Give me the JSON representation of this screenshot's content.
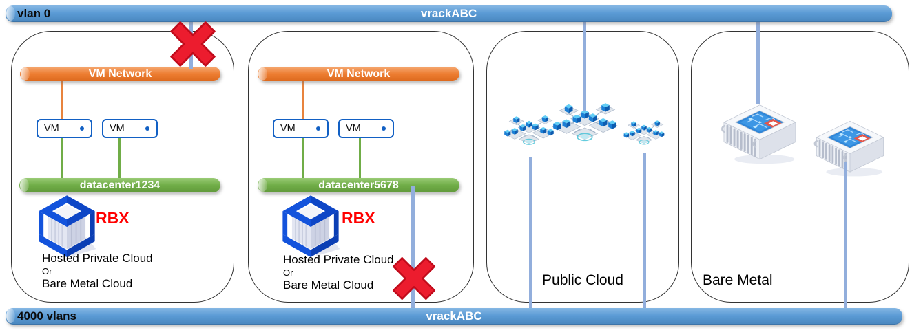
{
  "top_bar": {
    "left_label": "vlan 0",
    "center_label": "vrackABC"
  },
  "bottom_bar": {
    "left_label": "4000 vlans",
    "center_label": "vrackABC"
  },
  "containers": [
    {
      "id": "hosted-private-cloud-1",
      "vm_network_label": "VM Network",
      "vms": [
        "VM",
        "VM"
      ],
      "datacenter_label": "datacenter1234",
      "region_label": "RBX",
      "caption": [
        "Hosted Private Cloud",
        "Or",
        "Bare Metal Cloud"
      ],
      "blocked_link": "top"
    },
    {
      "id": "hosted-private-cloud-2",
      "vm_network_label": "VM Network",
      "vms": [
        "VM",
        "VM"
      ],
      "datacenter_label": "datacenter5678",
      "region_label": "RBX",
      "caption": [
        "Hosted Private Cloud",
        "Or",
        "Bare Metal Cloud"
      ],
      "blocked_link": "bottom"
    },
    {
      "id": "public-cloud",
      "label": "Public Cloud"
    },
    {
      "id": "bare-metal",
      "label": "Bare Metal"
    }
  ],
  "colors": {
    "vrack_bar": "#5B9BD5",
    "vm_network_bar": "#ED7D31",
    "datacenter_bar": "#70AD47",
    "connector_line": "#92AEDC",
    "blocked_x": "#EC1C2E",
    "vm_box_border": "#1260C4",
    "region_label": "#FF0000"
  }
}
